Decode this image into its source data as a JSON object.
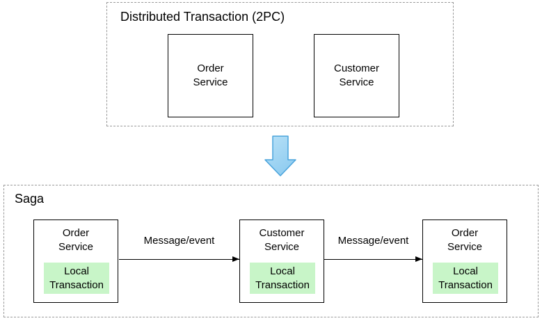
{
  "colors": {
    "green_fill": "#c8f5c8",
    "arrow_fill_light": "#b8e1f7",
    "arrow_fill_dark": "#8fccf0",
    "arrow_stroke": "#49a3dc",
    "dashed_border": "#999999",
    "box_border": "#000000"
  },
  "two_pc": {
    "title": "Distributed Transaction (2PC)",
    "services": [
      {
        "label": "Order\nService"
      },
      {
        "label": "Customer\nService"
      }
    ]
  },
  "transition": {
    "icon": "down-arrow"
  },
  "saga": {
    "title": "Saga",
    "steps": [
      {
        "service_label": "Order\nService",
        "local_label": "Local\nTransaction"
      },
      {
        "service_label": "Customer\nService",
        "local_label": "Local\nTransaction"
      },
      {
        "service_label": "Order\nService",
        "local_label": "Local\nTransaction"
      }
    ],
    "messages": [
      {
        "label": "Message/event"
      },
      {
        "label": "Message/event"
      }
    ]
  }
}
